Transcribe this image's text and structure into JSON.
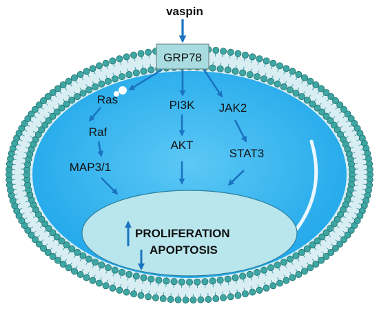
{
  "ligand": "vaspin",
  "receptor": "GRP78",
  "pathways": {
    "left": [
      "Ras",
      "Raf",
      "MAP3/1"
    ],
    "middle": [
      "PI3K",
      "AKT"
    ],
    "right": [
      "JAK2",
      "STAT3"
    ]
  },
  "nucleus": {
    "line1": "PROLIFERATION",
    "line2": "APOPTOSIS"
  },
  "colors": {
    "membrane_head": "#3ea7a3",
    "membrane_head_stroke": "#1f6f6d",
    "cytoplasm": "#2fb2ee",
    "cytoplasm_light": "#8fd8f8",
    "nucleus_fill": "#b9e6ec",
    "receptor_fill": "#a9dce0",
    "arrow": "#1a73c0"
  }
}
